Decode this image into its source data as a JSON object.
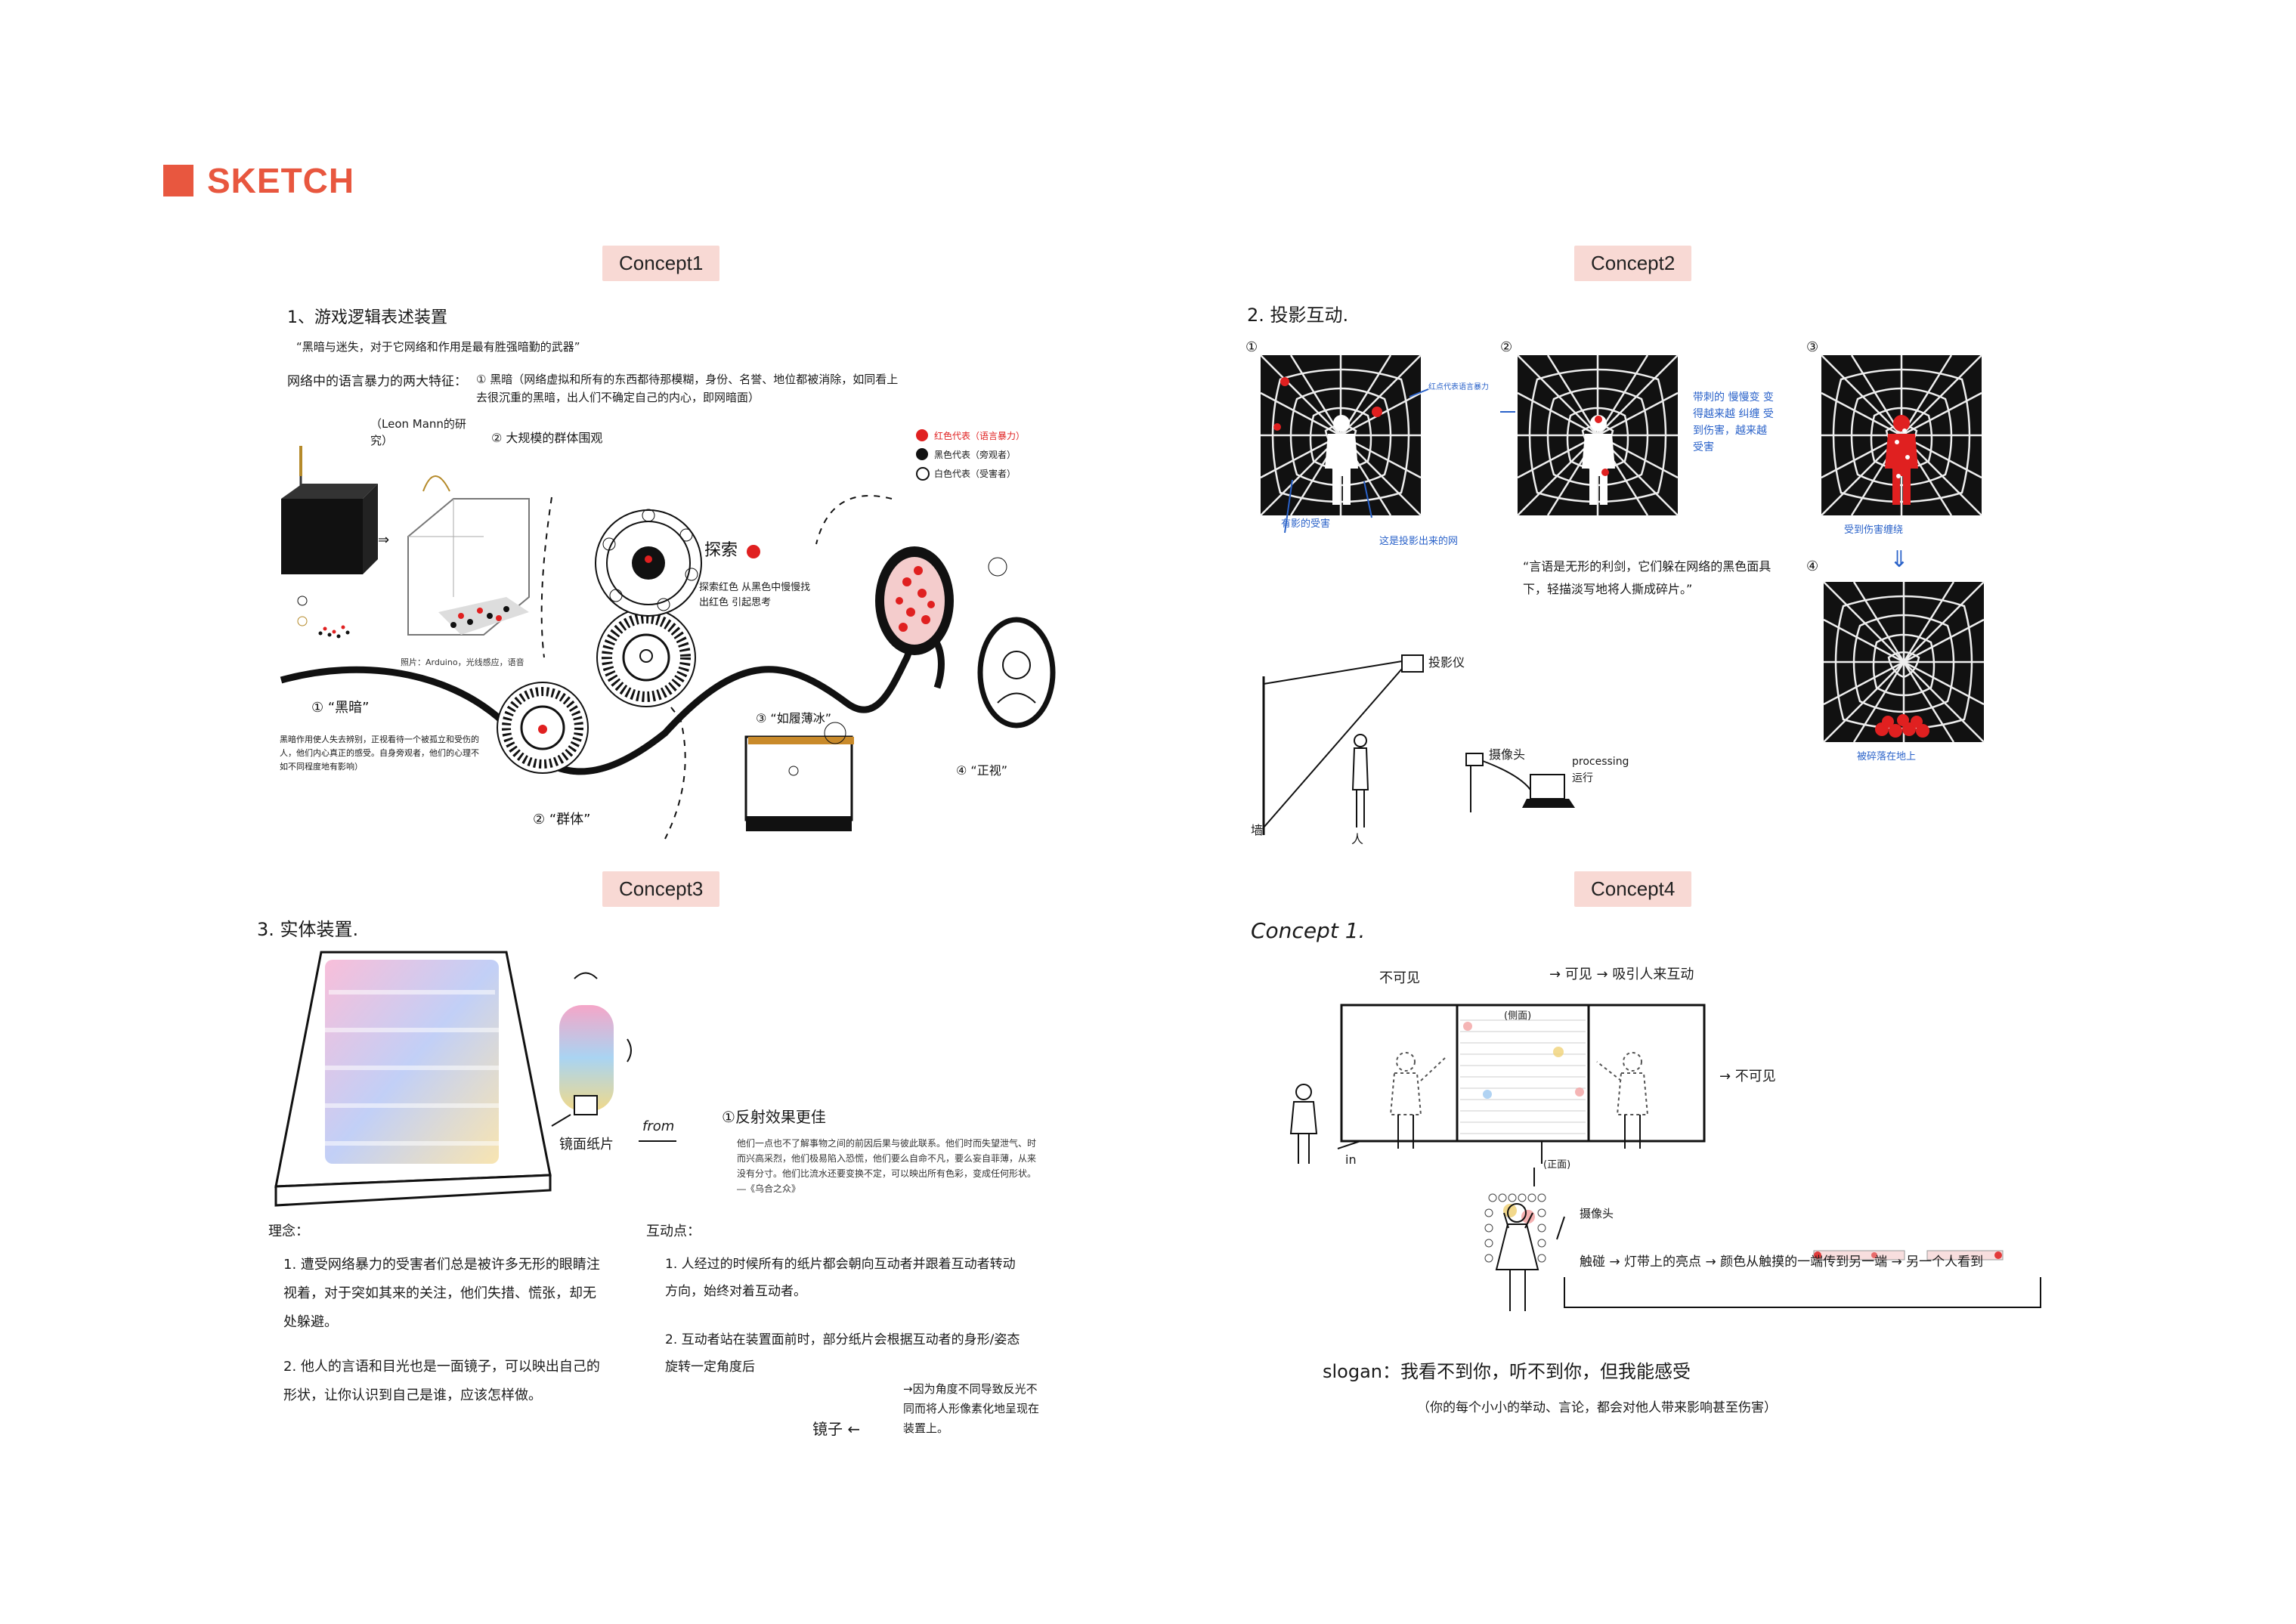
{
  "header": {
    "title": "SKETCH",
    "accent": "#e8573f"
  },
  "colors": {
    "accent": "#e8573f",
    "tag_bg": "#f8d9d4",
    "ink": "#111111",
    "red": "#e02020",
    "blue": "#2a62c9"
  },
  "concept1": {
    "tag": "Concept1",
    "title": "1、游戏逻辑表述装置",
    "quote": "“黑暗与迷失，对于它网络和作用是最有胜强暗勤的武器”",
    "intro": "网络中的语言暴力的两大特征：",
    "feature1": "① 黑暗（网络虚拟和所有的东西都待那模糊，身份、名誉、地位都被消除，如同看上去很沉重的黑暗，出人们不确定自己的内心，即网暗面）",
    "feature2": "② 大规模的群体围观",
    "research": "（Leon Mann的研究）",
    "legend": [
      "红色代表（语言暴力）",
      "黑色代表（旁观者）",
      "白色代表（受害者）"
    ],
    "labels": {
      "n1": "① “黑暗”",
      "n2": "② “群体”",
      "n3": "③ “如履薄冰”",
      "n4": "④ “正视”",
      "caption": "照片：Arduino，光线感应，语音",
      "explore": "探索",
      "desc": "探索红色 从黑色中慢慢找出红色 引起思考",
      "bottom_note": "黑暗作用使人失去辨别，正视看待一个被孤立和受伤的人，他们内心真正的感受。自身旁观者，他们的心理不如不同程度地有影响）"
    }
  },
  "concept2": {
    "tag": "Concept2",
    "title": "2. 投影互动.",
    "nums": [
      "①",
      "②",
      "③",
      "④"
    ],
    "notes": {
      "a": "有影的受害",
      "b": "这是投影出来的网",
      "c": "红点代表语言暴力",
      "d": "带刺的 慢慢变 变得越来越 纠缠 受到伤害，越来越受害",
      "e": "受到伤害缠绕",
      "f": "被碎落在地上"
    },
    "quote": "“言语是无形的利剑，它们躲在网络的黑色面具下，轻描淡写地将人撕成碎片。”",
    "setup": {
      "projector": "投影仪",
      "camera": "摄像头",
      "processing": "processing 运行",
      "wall": "墙",
      "person": "人"
    }
  },
  "concept3": {
    "tag": "Concept3",
    "title": "3. 实体装置.",
    "mirror": "镜面纸片",
    "from": "from",
    "effect": "①反射效果更佳",
    "citation": "他们一点也不了解事物之间的前因后果与彼此联系。他们时而失望泄气、时而兴高采烈，他们极易陷入恐慌，他们要么自命不凡，要么妄自菲薄，从来没有分寸。他们比流水还要变换不定，可以映出所有色彩，变成任何形状。—《乌合之众》",
    "concept_title": "理念：",
    "concept_items": [
      "1. 遭受网络暴力的受害者们总是被许多无形的眼睛注视着，对于突如其来的关注，他们失措、慌张，却无处躲避。",
      "2. 他人的言语和目光也是一面镜子，可以映出自己的形状，让你认识到自己是谁，应该怎样做。"
    ],
    "interact_title": "互动点：",
    "interact_items": [
      "1. 人经过的时候所有的纸片都会朝向互动者并跟着互动者转动方向，始终对着互动者。",
      "2. 互动者站在装置面前时，部分纸片会根据互动者的身形/姿态旋转一定角度后"
    ],
    "side_note": "→因为角度不同导致反光不同而将人形像素化地呈现在装置上。",
    "mirror_label": "镜子 ←"
  },
  "concept4": {
    "tag": "Concept4",
    "title": "Concept 1.",
    "invisible": "不可见",
    "visible": "→ 可见 → 吸引人来互动",
    "invisible2": "→ 不可见",
    "side": "(侧面)",
    "front": "(正面)",
    "in": "in",
    "camera": "摄像头",
    "flow": "触碰 → 灯带上的亮点 → 颜色从触摸的一端传到另一端 → 另一个人看到",
    "slogan": "slogan：我看不到你，听不到你，但我能感受",
    "slogan_sub": "（你的每个小小的举动、言论，都会对他人带来影响甚至伤害）"
  }
}
